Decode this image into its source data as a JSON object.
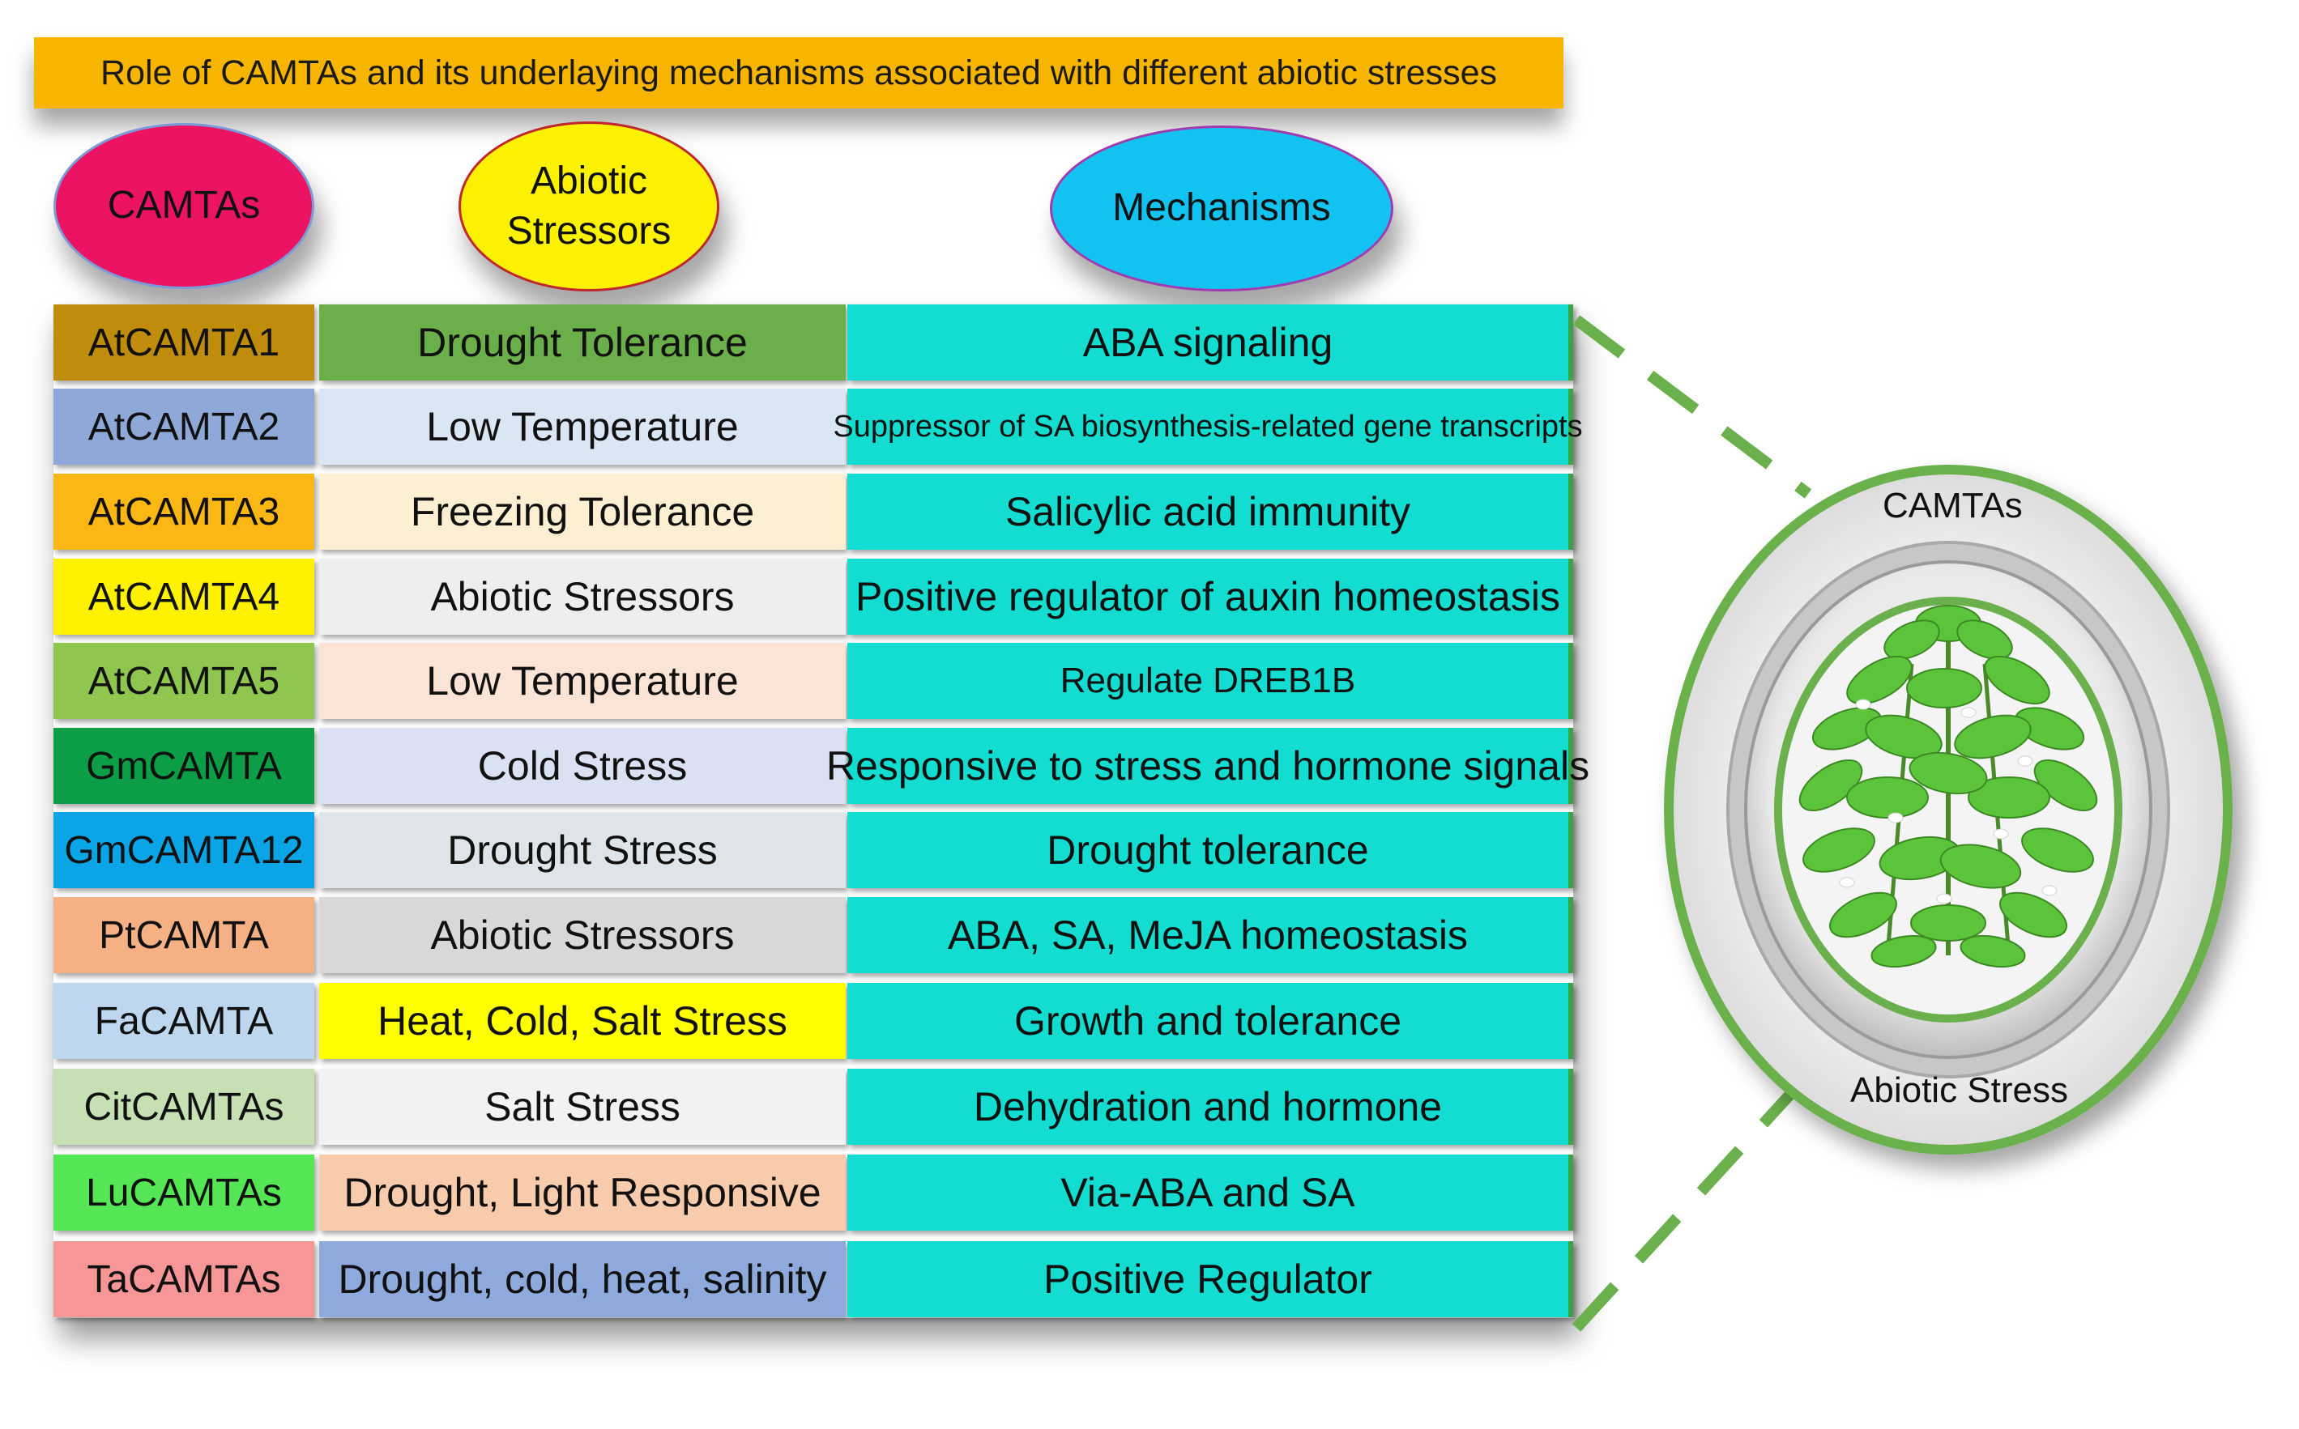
{
  "title": "Role of CAMTAs and its underlaying mechanisms associated with different abiotic stresses",
  "headers": {
    "camtas": "CAMTAs",
    "abiotic": "Abiotic\nStressors",
    "mechanisms": "Mechanisms"
  },
  "rows": [
    {
      "camta": "AtCAMTA1",
      "stress": "Drought Tolerance",
      "mechanism": "ABA signaling",
      "camta_color": "#c08c0c",
      "stress_color": "#6aaf49",
      "mech_size": "normal"
    },
    {
      "camta": "AtCAMTA2",
      "stress": "Low Temperature",
      "mechanism": "Suppressor of SA biosynthesis-related gene transcripts",
      "camta_color": "#8ea8d8",
      "stress_color": "#dbe6f5",
      "mech_size": "small"
    },
    {
      "camta": "AtCAMTA3",
      "stress": "Freezing Tolerance",
      "mechanism": "Salicylic acid immunity",
      "camta_color": "#fbb714",
      "stress_color": "#fdefd1",
      "mech_size": "normal"
    },
    {
      "camta": "AtCAMTA4",
      "stress": "Abiotic Stressors",
      "mechanism": "Positive regulator of auxin homeostasis",
      "camta_color": "#fff200",
      "stress_color": "#eeeeee",
      "mech_size": "normal"
    },
    {
      "camta": "AtCAMTA5",
      "stress": "Low Temperature",
      "mechanism": "Regulate  DREB1B",
      "camta_color": "#8fc64f",
      "stress_color": "#fbe4d6",
      "mech_size": "med"
    },
    {
      "camta": "GmCAMTA",
      "stress": "Cold Stress",
      "mechanism": "Responsive to stress and hormone signals",
      "camta_color": "#0b9e46",
      "stress_color": "#d9e1f2",
      "mech_size": "normal"
    },
    {
      "camta": "GmCAMTA12",
      "stress": "Drought Stress",
      "mechanism": "Drought tolerance",
      "camta_color": "#0aa5e6",
      "stress_color": "#dfe3ea",
      "mech_size": "normal"
    },
    {
      "camta": "PtCAMTA",
      "stress": "Abiotic Stressors",
      "mechanism": "ABA, SA, MeJA homeostasis",
      "camta_color": "#f5b084",
      "stress_color": "#d9d7d7",
      "mech_size": "normal"
    },
    {
      "camta": "FaCAMTA",
      "stress": "Heat, Cold, Salt Stress",
      "mechanism": "Growth and tolerance",
      "camta_color": "#bdd7ee",
      "stress_color": "#ffff00",
      "mech_size": "normal"
    },
    {
      "camta": "CitCAMTAs",
      "stress": "Salt Stress",
      "mechanism": "Dehydration and hormone",
      "camta_color": "#c6e0b4",
      "stress_color": "#f2f2f2",
      "mech_size": "normal"
    },
    {
      "camta": "LuCAMTAs",
      "stress": "Drought, Light Responsive",
      "mechanism": "Via-ABA and SA",
      "camta_color": "#55e655",
      "stress_color": "#f8cbad",
      "mech_size": "normal"
    },
    {
      "camta": "TaCAMTAs",
      "stress": "Drought, cold, heat, salinity",
      "mechanism": "Positive Regulator",
      "camta_color": "#f79696",
      "stress_color": "#8ea9db",
      "mech_size": "normal"
    }
  ],
  "circle": {
    "top_label": "CAMTAs",
    "bottom_label": "Abiotic Stress",
    "plant_icon": "plant-icon"
  },
  "colors": {
    "banner": "#f7b500",
    "mechanism_cell": "#12ddd0",
    "accent_green": "#6ab04c"
  }
}
